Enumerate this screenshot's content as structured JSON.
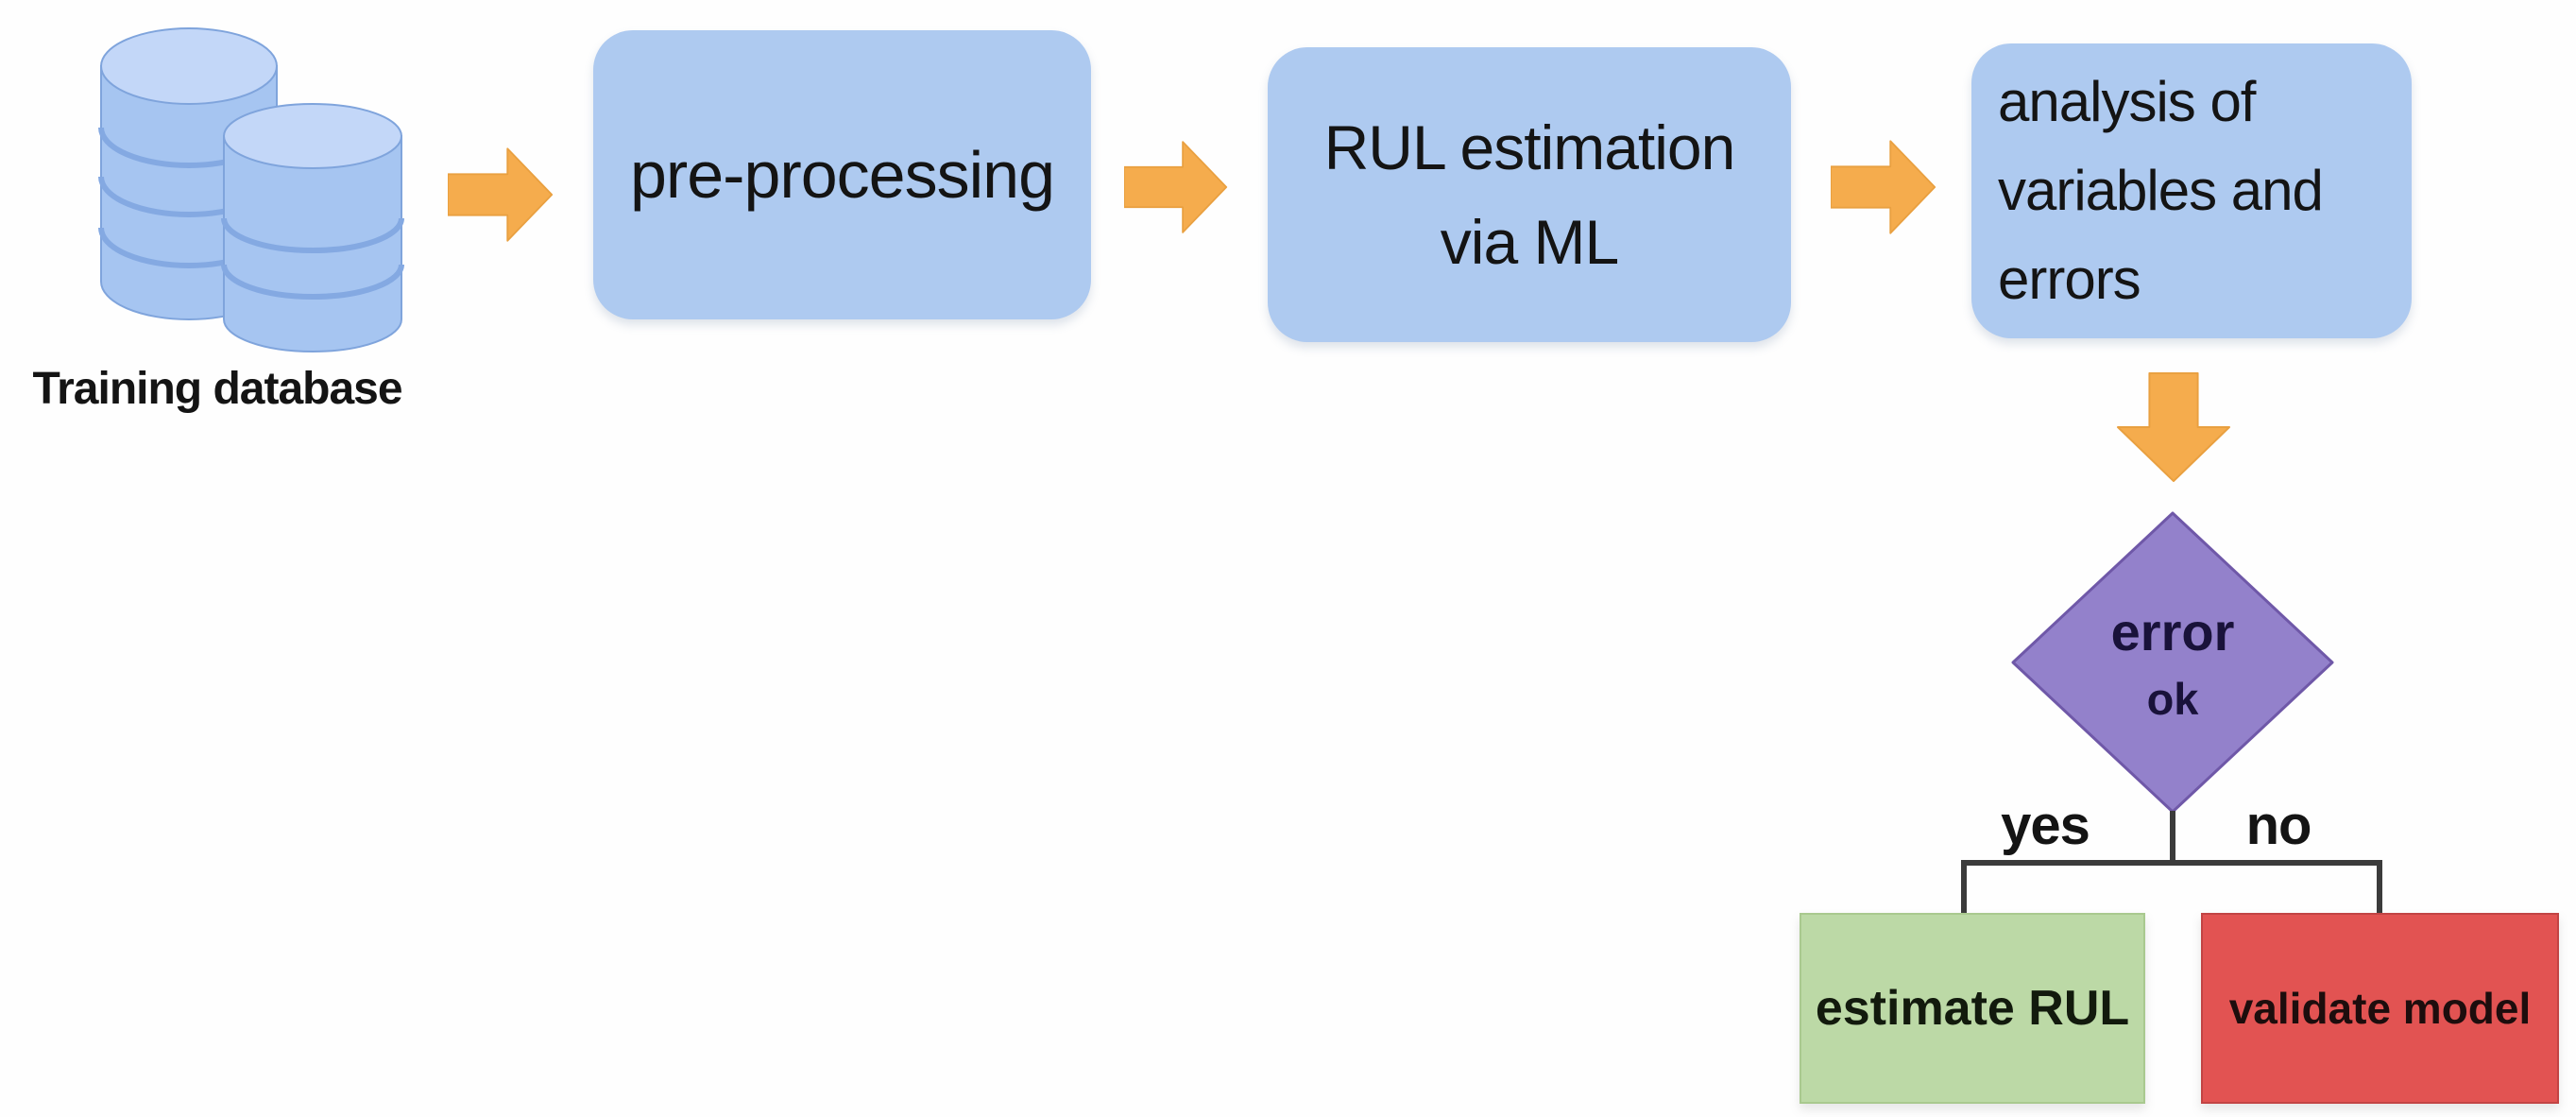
{
  "diagram": {
    "nodes": {
      "training_database": {
        "label": "Training database"
      },
      "preprocessing": {
        "label": "pre-processing"
      },
      "rul_estimation": {
        "lines": [
          "RUL estimation",
          "via ML"
        ]
      },
      "analysis": {
        "lines": [
          "analysis of",
          "variables and",
          "errors"
        ]
      },
      "decision": {
        "label": "error",
        "sublabel": "ok"
      },
      "outcome_positive": {
        "label": "estimate RUL"
      },
      "outcome_negative": {
        "label": "validate model"
      }
    },
    "branches": {
      "yes_label": "yes",
      "no_label": "no"
    }
  },
  "colors": {
    "process_fill": "#aecaf0",
    "arrow_fill": "#f5ac4d",
    "arrow_border": "#e9a040",
    "decision_fill": "#9381cb",
    "decision_border": "#6f58a8",
    "outcome_yes_fill": "#bcd9a6",
    "outcome_yes_border": "#a9c98f",
    "outcome_no_fill": "#e25352",
    "outcome_no_border": "#c24444",
    "connector": "#3b3b3b",
    "text": "#141414",
    "db_body": "#a6c5f1",
    "db_top": "#c3d7f8",
    "db_line": "#84a9e2",
    "db_outline": "#7fa4dc"
  }
}
